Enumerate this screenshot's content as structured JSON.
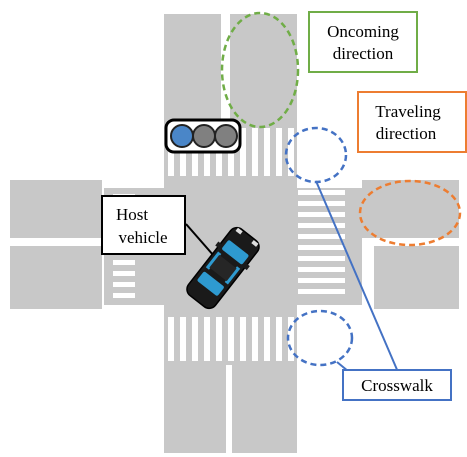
{
  "labels": {
    "oncoming": [
      "Oncoming",
      "direction"
    ],
    "traveling": [
      "Traveling",
      "direction"
    ],
    "host": [
      "Host",
      "vehicle"
    ],
    "crosswalk": "Crosswalk"
  },
  "colors": {
    "road": "#c8c8c8",
    "marking": "#ffffff",
    "oncoming": "#70ad47",
    "traveling": "#ed7d31",
    "crosswalk": "#4472c4",
    "host_box": "#000000",
    "car_body": "#1a1a1a",
    "car_glass": "#2e9ad0",
    "signal_active": "#4a86c8",
    "signal_off": "#808080"
  },
  "traffic_light": {
    "lamps": [
      "signal-active",
      "signal-off",
      "signal-off"
    ]
  }
}
